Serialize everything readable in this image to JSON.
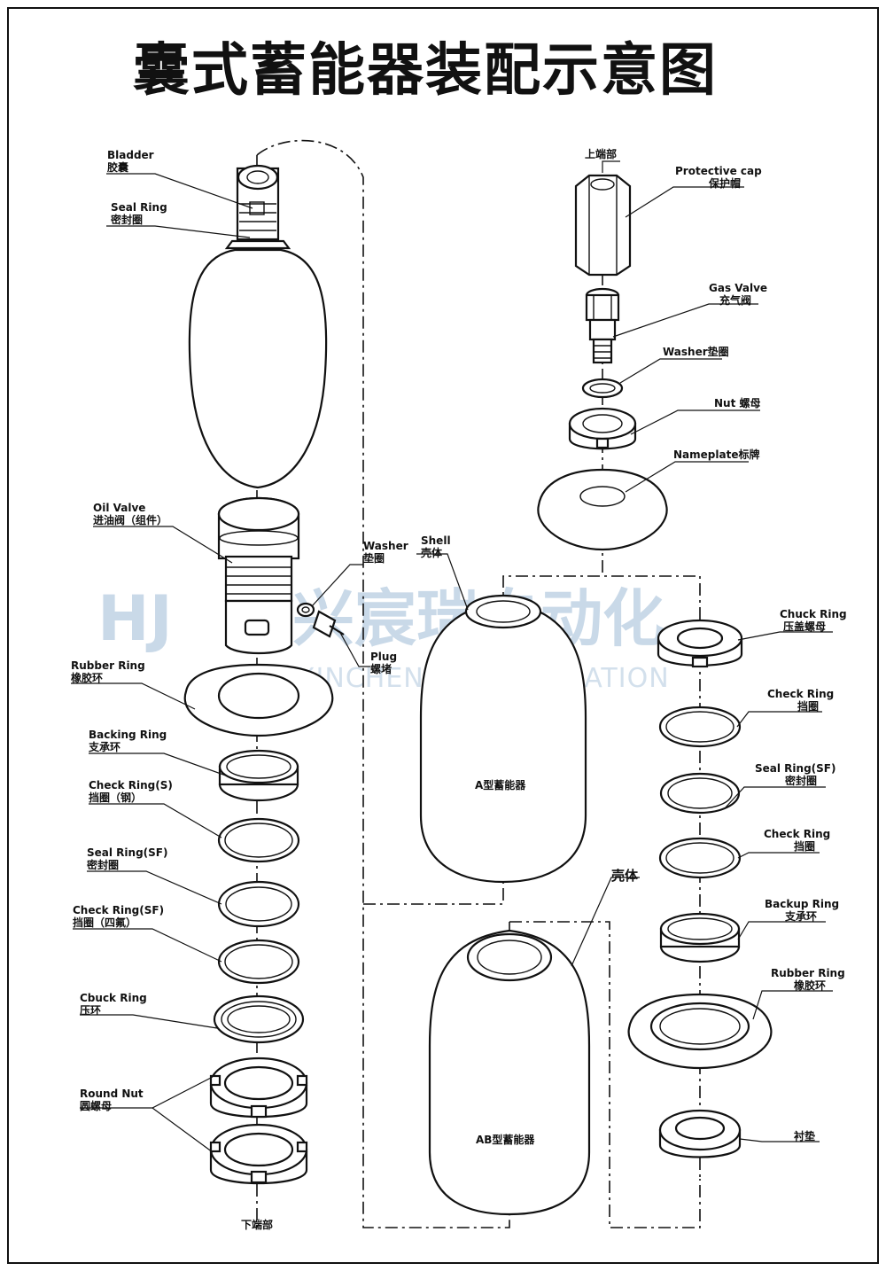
{
  "title": "囊式蓄能器装配示意图",
  "watermark": {
    "cn": "兴宸瑞自动化",
    "en": "XINCHENRUI AUTOMATION",
    "logo": "HJ"
  },
  "labels": {
    "bladder": [
      "Bladder",
      "胶囊"
    ],
    "seal_ring": [
      "Seal Ring",
      "密封圈"
    ],
    "oil_valve": [
      "Oil Valve",
      "进油阀（组件）"
    ],
    "washer_l": [
      "Washer",
      "垫圈"
    ],
    "plug": [
      "Plug",
      "螺堵"
    ],
    "rubber_ring_l": [
      "Rubber Ring",
      "橡胶环"
    ],
    "backing_ring": [
      "Backing Ring",
      "支承环"
    ],
    "check_ring_s": [
      "Check Ring(S)",
      "挡圈（钢）"
    ],
    "seal_ring_sf_l": [
      "Seal Ring(SF)",
      "密封圈"
    ],
    "check_ring_sf_l": [
      "Check Ring(SF)",
      "挡圈（四氟）"
    ],
    "cbuck_ring": [
      "Cbuck Ring",
      "压环"
    ],
    "round_nut": [
      "Round Nut",
      "圆螺母"
    ],
    "lower_end": "下端部",
    "upper_end": "上端部",
    "protective_cap": [
      "Protective cap",
      "保护帽"
    ],
    "gas_valve": [
      "Gas Valve",
      "充气阀"
    ],
    "washer_r": "Washer垫圈",
    "nut": "Nut 螺母",
    "nameplate": "Nameplate标牌",
    "shell": [
      "Shell",
      "壳体"
    ],
    "a_type": "A型蓄能器",
    "shell2": "壳体",
    "ab_type": "AB型蓄能器",
    "chuck_ring": [
      "Chuck Ring",
      "压盖螺母"
    ],
    "check_ring_r1": [
      "Check Ring",
      "挡圈"
    ],
    "seal_ring_sf_r": [
      "Seal Ring(SF)",
      "密封圈"
    ],
    "check_ring_r2": [
      "Check Ring",
      "挡圈"
    ],
    "backup_ring": [
      "Backup Ring",
      "支承环"
    ],
    "rubber_ring_r": [
      "Rubber Ring",
      "橡胶环"
    ],
    "gasket": "衬垫"
  }
}
